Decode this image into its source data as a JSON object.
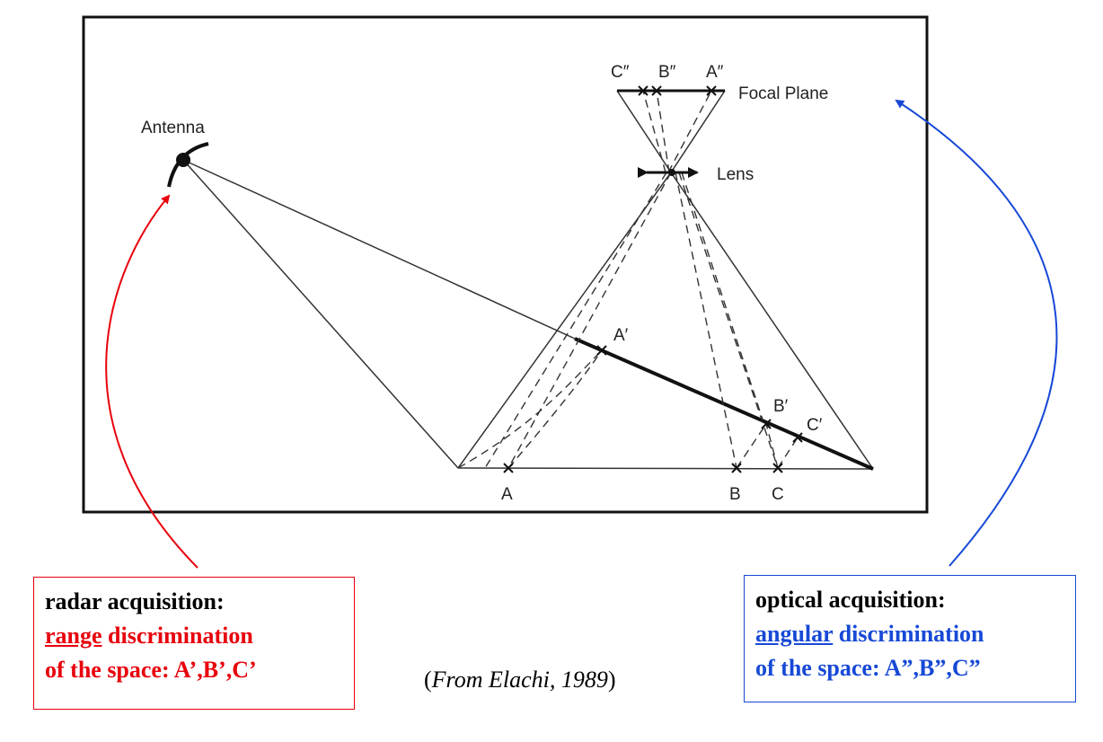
{
  "diagram": {
    "antenna_label": "Antenna",
    "lens_label": "Lens",
    "focal_plane_label": "Focal Plane",
    "focal_points": [
      "C″",
      "B″",
      "A″"
    ],
    "range_points": [
      "A′",
      "B′",
      "C′"
    ],
    "ground_points": [
      "A",
      "B",
      "C"
    ]
  },
  "radar_box": {
    "line1": "radar acquisition:",
    "line2_underlined": "range",
    "line2_rest": " discrimination",
    "line3": "of the space: A’,B’,C’"
  },
  "optical_box": {
    "line1": "optical acquisition:",
    "line2_underlined": "angular",
    "line2_rest": " discrimination",
    "line3": "of the space: A”,B”,C”"
  },
  "citation": {
    "open": "(",
    "text": "From Elachi, 1989",
    "close": ")"
  },
  "colors": {
    "radar": "#e8000b",
    "optical": "#1749d6"
  }
}
